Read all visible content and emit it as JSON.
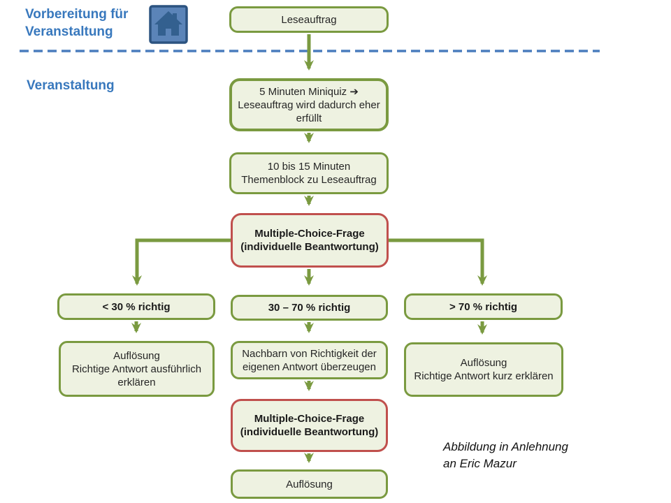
{
  "slide": {
    "prep_section_label": "Vorbereitung für\nVeranstaltung",
    "event_section_label": "Veranstaltung",
    "attribution": "Abbildung in Anlehnung\nan Eric Mazur"
  },
  "flowchart": {
    "leseauftrag": "Leseauftrag",
    "miniquiz": "5 Minuten Miniquiz ➔\nLeseauftrag wird dadurch eher\nerfüllt",
    "themenblock": "10 bis 15 Minuten\nThemenblock zu Leseauftrag",
    "mc_frage_1": "Multiple-Choice-Frage\n(individuelle Beantwortung)",
    "branch_low": "< 30 % richtig",
    "branch_mid": "30 – 70 % richtig",
    "branch_high": "> 70 % richtig",
    "result_low": "Auflösung\nRichtige Antwort ausführlich\nerklären",
    "discuss": "Nachbarn von Richtigkeit der\neigenen Antwort überzeugen",
    "mc_frage_2": "Multiple-Choice-Frage\n(individuelle Beantwortung)",
    "result_high": "Auflösung\nRichtige Antwort kurz erklären",
    "aufloesung": "Auflösung"
  },
  "icons": {
    "home_icon": "house glyph on blue action button"
  },
  "colors": {
    "accent_green": "#7a9a40",
    "box_fill": "#eef2e1",
    "accent_red": "#c0504d",
    "heading_blue": "#3878bd",
    "divider_blue": "#4a7dbd",
    "home_button_fill": "#5b84b8",
    "home_button_border": "#2c5380"
  }
}
